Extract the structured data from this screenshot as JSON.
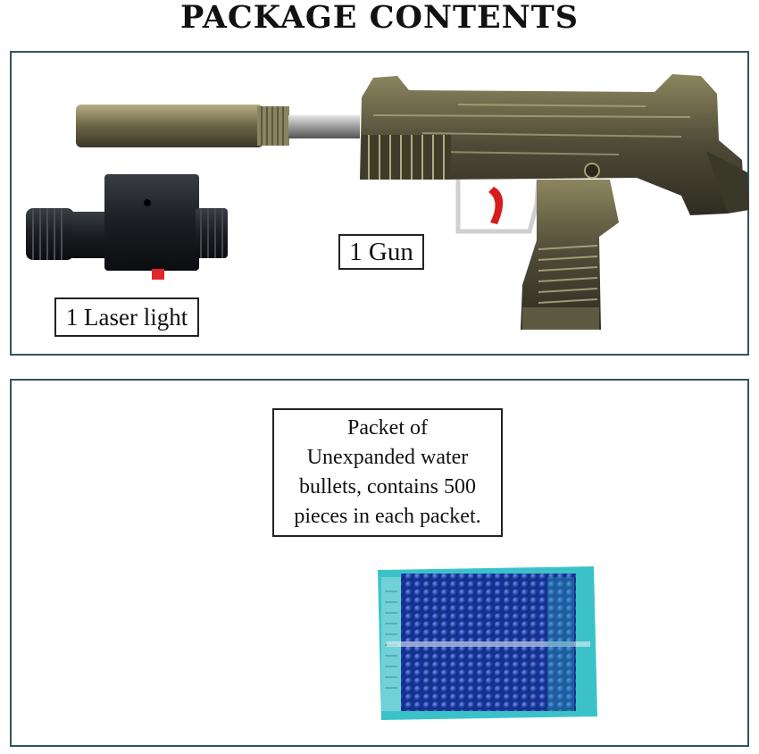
{
  "header": {
    "title": "PACKAGE CONTENTS"
  },
  "top_panel": {
    "gun_label": "1  Gun",
    "laser_label": "1 Laser light"
  },
  "bottom_panel": {
    "packet_label_lines": [
      "Packet  of",
      "Unexpanded water",
      "bullets, contains 500",
      "pieces in each packet."
    ]
  },
  "colors": {
    "panel_border": "#2f5661",
    "gun_body": "#5a5540",
    "gun_highlight": "#a8a07a",
    "trigger": "#d81b1b",
    "laser_body": "#1b1d22",
    "packet_teal": "#3bc2c9",
    "beads_blue": "#1f3fa8"
  }
}
